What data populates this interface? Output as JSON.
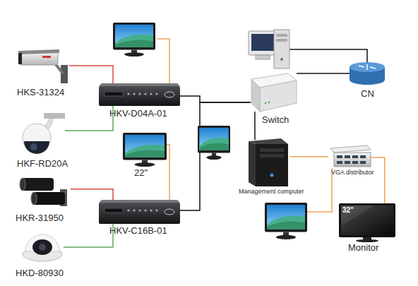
{
  "diagram": {
    "nodes": [
      {
        "text": [
          "HKS-31324"
        ]
      },
      {
        "text": [
          "HKF-RD20A"
        ]
      },
      {
        "text": [
          "HKR-31950"
        ]
      },
      {
        "text": [
          "HKD-80930"
        ]
      },
      {
        "text": [
          "HKV-D04A-01"
        ]
      },
      {
        "text": [
          "22\""
        ]
      },
      {
        "text": [
          "HKV-C16B-01"
        ]
      },
      {
        "text": [
          "Switch"
        ]
      },
      {
        "text": [
          "CN"
        ]
      },
      {
        "text": [
          "Management computer"
        ]
      },
      {
        "text": [
          "VGA distributor"
        ]
      },
      {
        "text": [
          "32\"",
          "Monitor"
        ]
      }
    ],
    "edges": [
      {
        "from": 0,
        "to": 4,
        "arrow": "none"
      },
      {
        "from": 1,
        "to": 4,
        "arrow": "none"
      },
      {
        "from": 2,
        "to": 6,
        "arrow": "none"
      },
      {
        "from": 3,
        "to": 6,
        "arrow": "none"
      },
      {
        "from": 5,
        "to": 6,
        "arrow": "none"
      },
      {
        "from": 4,
        "to": 7,
        "arrow": "none"
      },
      {
        "from": 6,
        "to": 7,
        "arrow": "none"
      },
      {
        "from": 7,
        "to": 8,
        "arrow": "none"
      },
      {
        "from": 7,
        "to": 9,
        "arrow": "none"
      },
      {
        "from": 9,
        "to": 10,
        "arrow": "none"
      },
      {
        "from": 10,
        "to": 11,
        "arrow": "none"
      }
    ]
  }
}
